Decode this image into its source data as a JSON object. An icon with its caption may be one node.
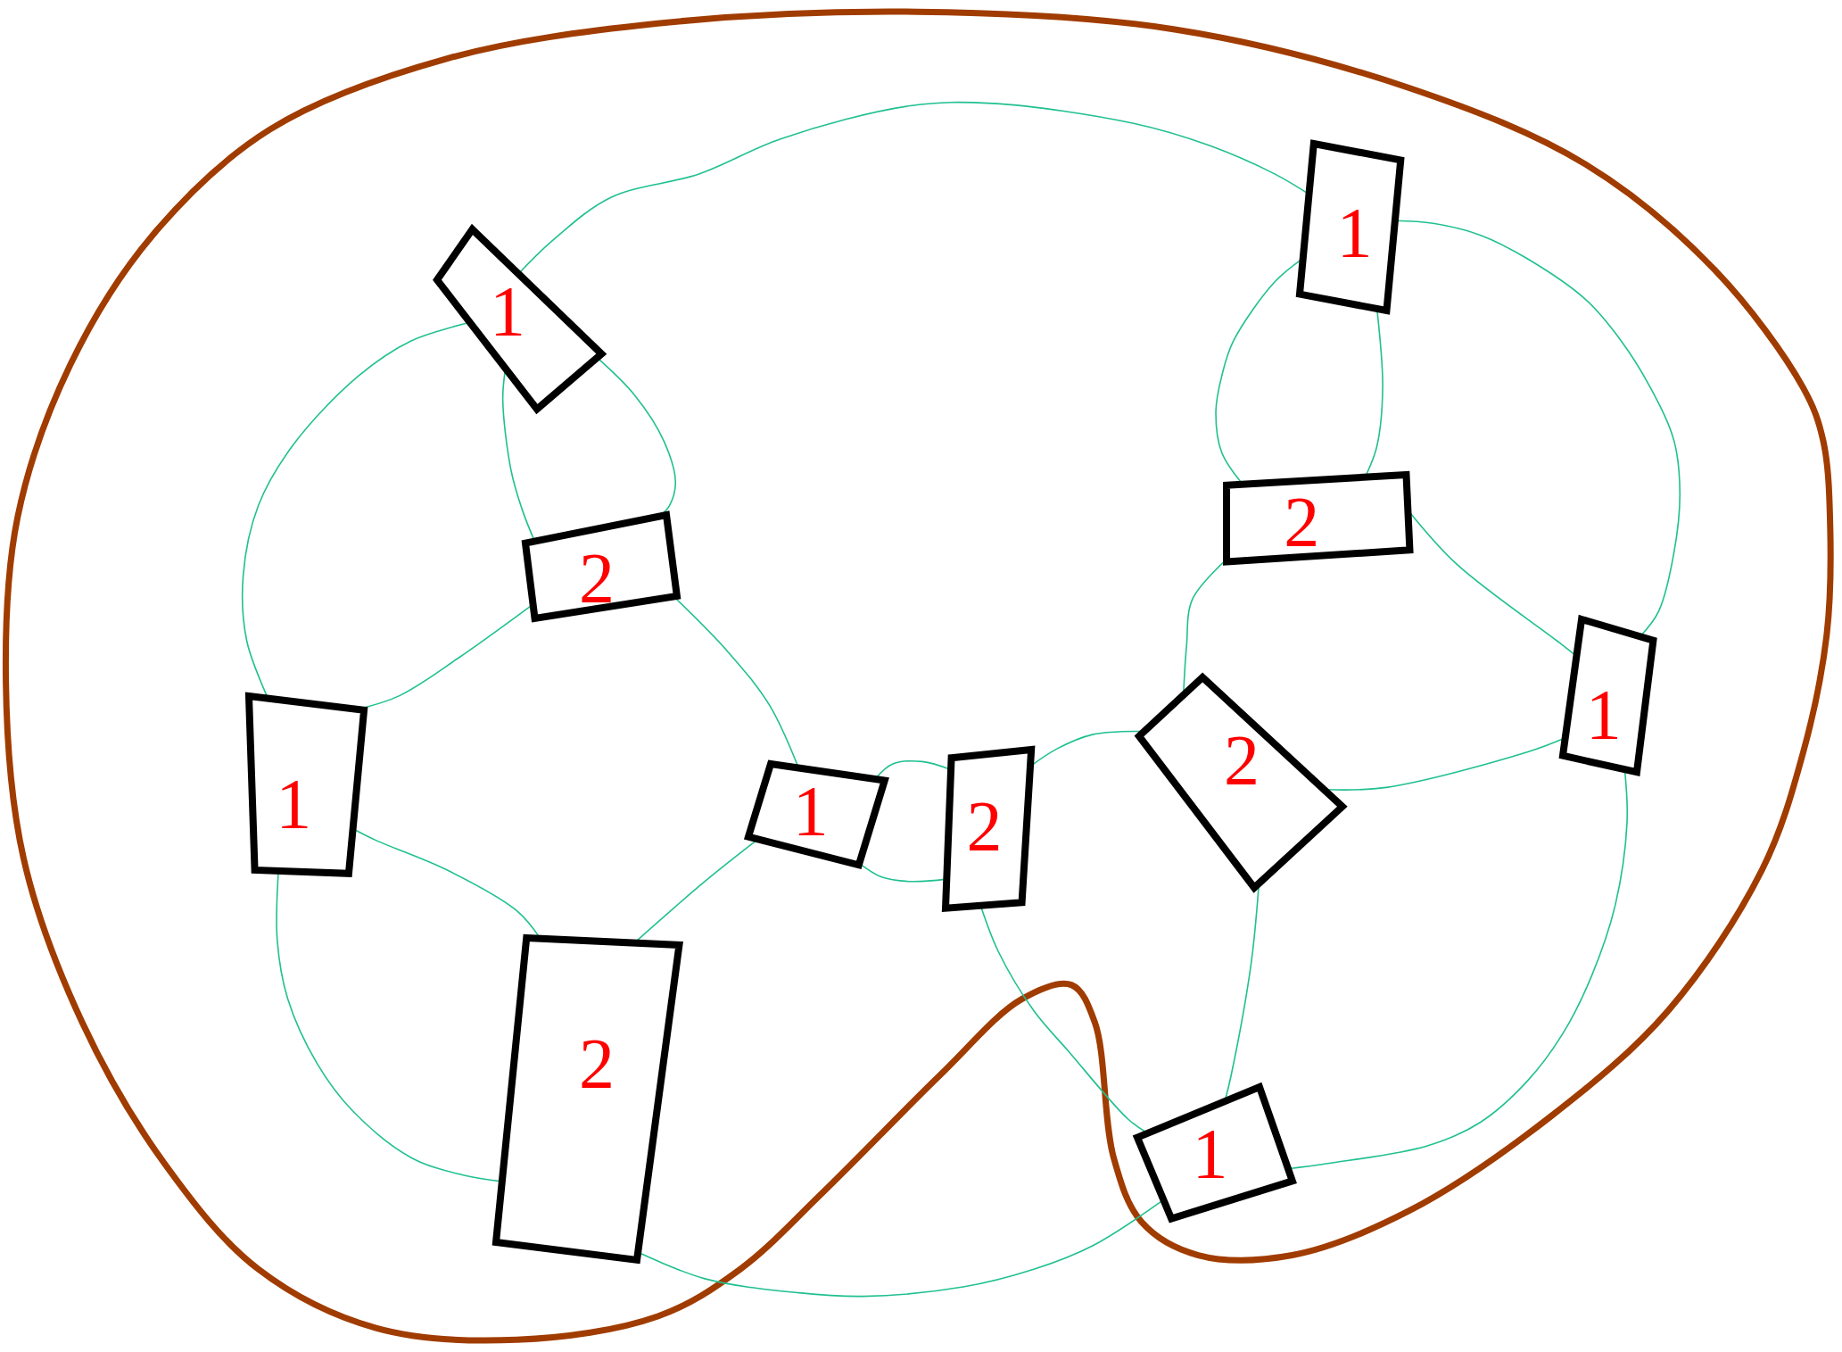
{
  "diagram": {
    "nodes": [
      {
        "text": [
          "1"
        ]
      },
      {
        "text": [
          "1"
        ]
      },
      {
        "text": [
          "2"
        ]
      },
      {
        "text": [
          "2"
        ]
      },
      {
        "text": [
          "1"
        ]
      },
      {
        "text": [
          "1"
        ]
      },
      {
        "text": [
          "2"
        ]
      },
      {
        "text": [
          "2"
        ]
      },
      {
        "text": [
          "1"
        ]
      },
      {
        "text": [
          "2"
        ]
      },
      {
        "text": [
          "1"
        ]
      }
    ],
    "edges": [
      {
        "from": 0,
        "to": 1,
        "arrow": "none"
      },
      {
        "from": 0,
        "to": 4,
        "arrow": "none"
      },
      {
        "from": 0,
        "to": 2,
        "arrow": "none"
      },
      {
        "from": 0,
        "to": 2,
        "arrow": "none"
      },
      {
        "from": 2,
        "to": 4,
        "arrow": "none"
      },
      {
        "from": 2,
        "to": 5,
        "arrow": "none"
      },
      {
        "from": 4,
        "to": 9,
        "arrow": "none"
      },
      {
        "from": 4,
        "to": 9,
        "arrow": "none"
      },
      {
        "from": 9,
        "to": 5,
        "arrow": "none"
      },
      {
        "from": 9,
        "to": 10,
        "arrow": "none"
      },
      {
        "from": 5,
        "to": 6,
        "arrow": "none"
      },
      {
        "from": 5,
        "to": 6,
        "arrow": "none"
      },
      {
        "from": 6,
        "to": 7,
        "arrow": "none"
      },
      {
        "from": 6,
        "to": 10,
        "arrow": "none"
      },
      {
        "from": 7,
        "to": 3,
        "arrow": "none"
      },
      {
        "from": 7,
        "to": 10,
        "arrow": "none"
      },
      {
        "from": 7,
        "to": 8,
        "arrow": "none"
      },
      {
        "from": 3,
        "to": 8,
        "arrow": "none"
      },
      {
        "from": 3,
        "to": 1,
        "arrow": "none"
      },
      {
        "from": 3,
        "to": 1,
        "arrow": "none"
      },
      {
        "from": 1,
        "to": 8,
        "arrow": "none"
      },
      {
        "from": 8,
        "to": 10,
        "arrow": "none"
      }
    ]
  }
}
